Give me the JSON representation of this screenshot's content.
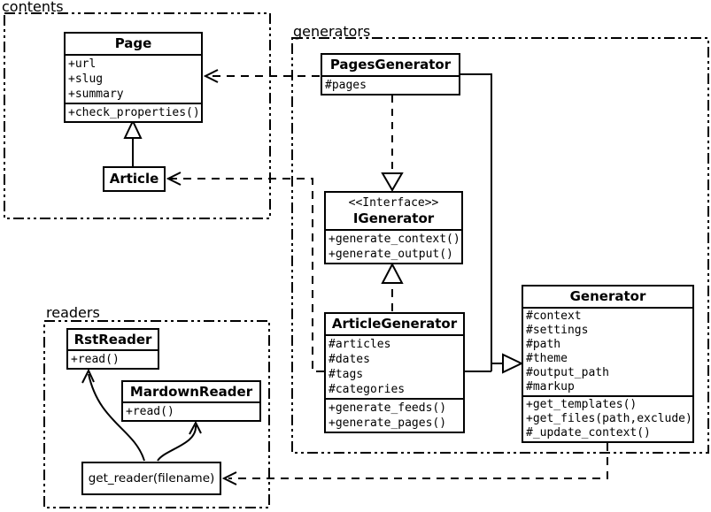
{
  "packages": {
    "contents": {
      "label": "contents"
    },
    "generators": {
      "label": "generators"
    },
    "readers": {
      "label": "readers"
    }
  },
  "classes": {
    "page": {
      "title": "Page",
      "attributes": [
        "+url",
        "+slug",
        "+summary"
      ],
      "methods": [
        "+check_properties()"
      ]
    },
    "article": {
      "title": "Article"
    },
    "pages_generator": {
      "title": "PagesGenerator",
      "attributes": [
        "#pages"
      ]
    },
    "igenerator": {
      "stereotype": "<<Interface>>",
      "title": "IGenerator",
      "methods": [
        "+generate_context()",
        "+generate_output()"
      ]
    },
    "article_generator": {
      "title": "ArticleGenerator",
      "attributes": [
        "#articles",
        "#dates",
        "#tags",
        "#categories"
      ],
      "methods": [
        "+generate_feeds()",
        "+generate_pages()"
      ]
    },
    "generator": {
      "title": "Generator",
      "attributes": [
        "#context",
        "#settings",
        "#path",
        "#theme",
        "#output_path",
        "#markup"
      ],
      "methods": [
        "+get_templates()",
        "+get_files(path,exclude)",
        "#_update_context()"
      ]
    },
    "rst_reader": {
      "title": "RstReader",
      "methods": [
        "+read()"
      ]
    },
    "mardown_reader": {
      "title": "MardownReader",
      "methods": [
        "+read()"
      ]
    },
    "get_reader": {
      "title": "get_reader(filename)"
    }
  },
  "relationships": [
    {
      "from": "Article",
      "to": "Page",
      "type": "generalization"
    },
    {
      "from": "PagesGenerator",
      "to": "Page",
      "type": "dependency"
    },
    {
      "from": "PagesGenerator",
      "to": "IGenerator",
      "type": "realization"
    },
    {
      "from": "ArticleGenerator",
      "to": "IGenerator",
      "type": "realization"
    },
    {
      "from": "ArticleGenerator",
      "to": "Article",
      "type": "dependency"
    },
    {
      "from": "PagesGenerator",
      "to": "Generator",
      "type": "generalization"
    },
    {
      "from": "ArticleGenerator",
      "to": "Generator",
      "type": "generalization"
    },
    {
      "from": "Generator",
      "to": "get_reader(filename)",
      "type": "dependency"
    },
    {
      "from": "get_reader(filename)",
      "to": "RstReader",
      "type": "association"
    },
    {
      "from": "get_reader(filename)",
      "to": "MardownReader",
      "type": "association"
    }
  ],
  "colors": {
    "line": "#000000",
    "background": "#ffffff"
  }
}
